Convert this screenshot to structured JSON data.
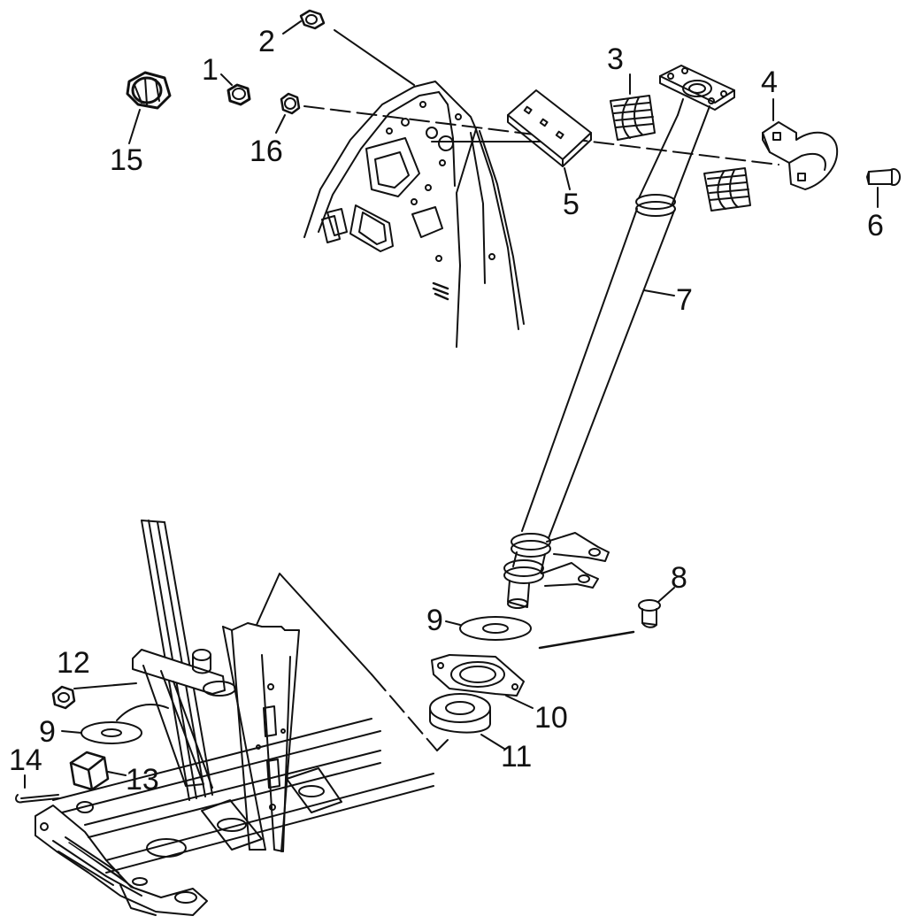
{
  "diagram": {
    "type": "exploded-parts-diagram",
    "colors": {
      "ink": "#111111",
      "paper": "#ffffff"
    },
    "callouts": [
      {
        "id": "c1",
        "label": "1"
      },
      {
        "id": "c2",
        "label": "2"
      },
      {
        "id": "c3",
        "label": "3"
      },
      {
        "id": "c4",
        "label": "4"
      },
      {
        "id": "c5",
        "label": "5"
      },
      {
        "id": "c6",
        "label": "6"
      },
      {
        "id": "c7",
        "label": "7"
      },
      {
        "id": "c8",
        "label": "8"
      },
      {
        "id": "c9a",
        "label": "9"
      },
      {
        "id": "c9b",
        "label": "9"
      },
      {
        "id": "c10",
        "label": "10"
      },
      {
        "id": "c11",
        "label": "11"
      },
      {
        "id": "c12",
        "label": "12"
      },
      {
        "id": "c13",
        "label": "13"
      },
      {
        "id": "c14",
        "label": "14"
      },
      {
        "id": "c15",
        "label": "15"
      },
      {
        "id": "c16",
        "label": "16"
      }
    ]
  }
}
